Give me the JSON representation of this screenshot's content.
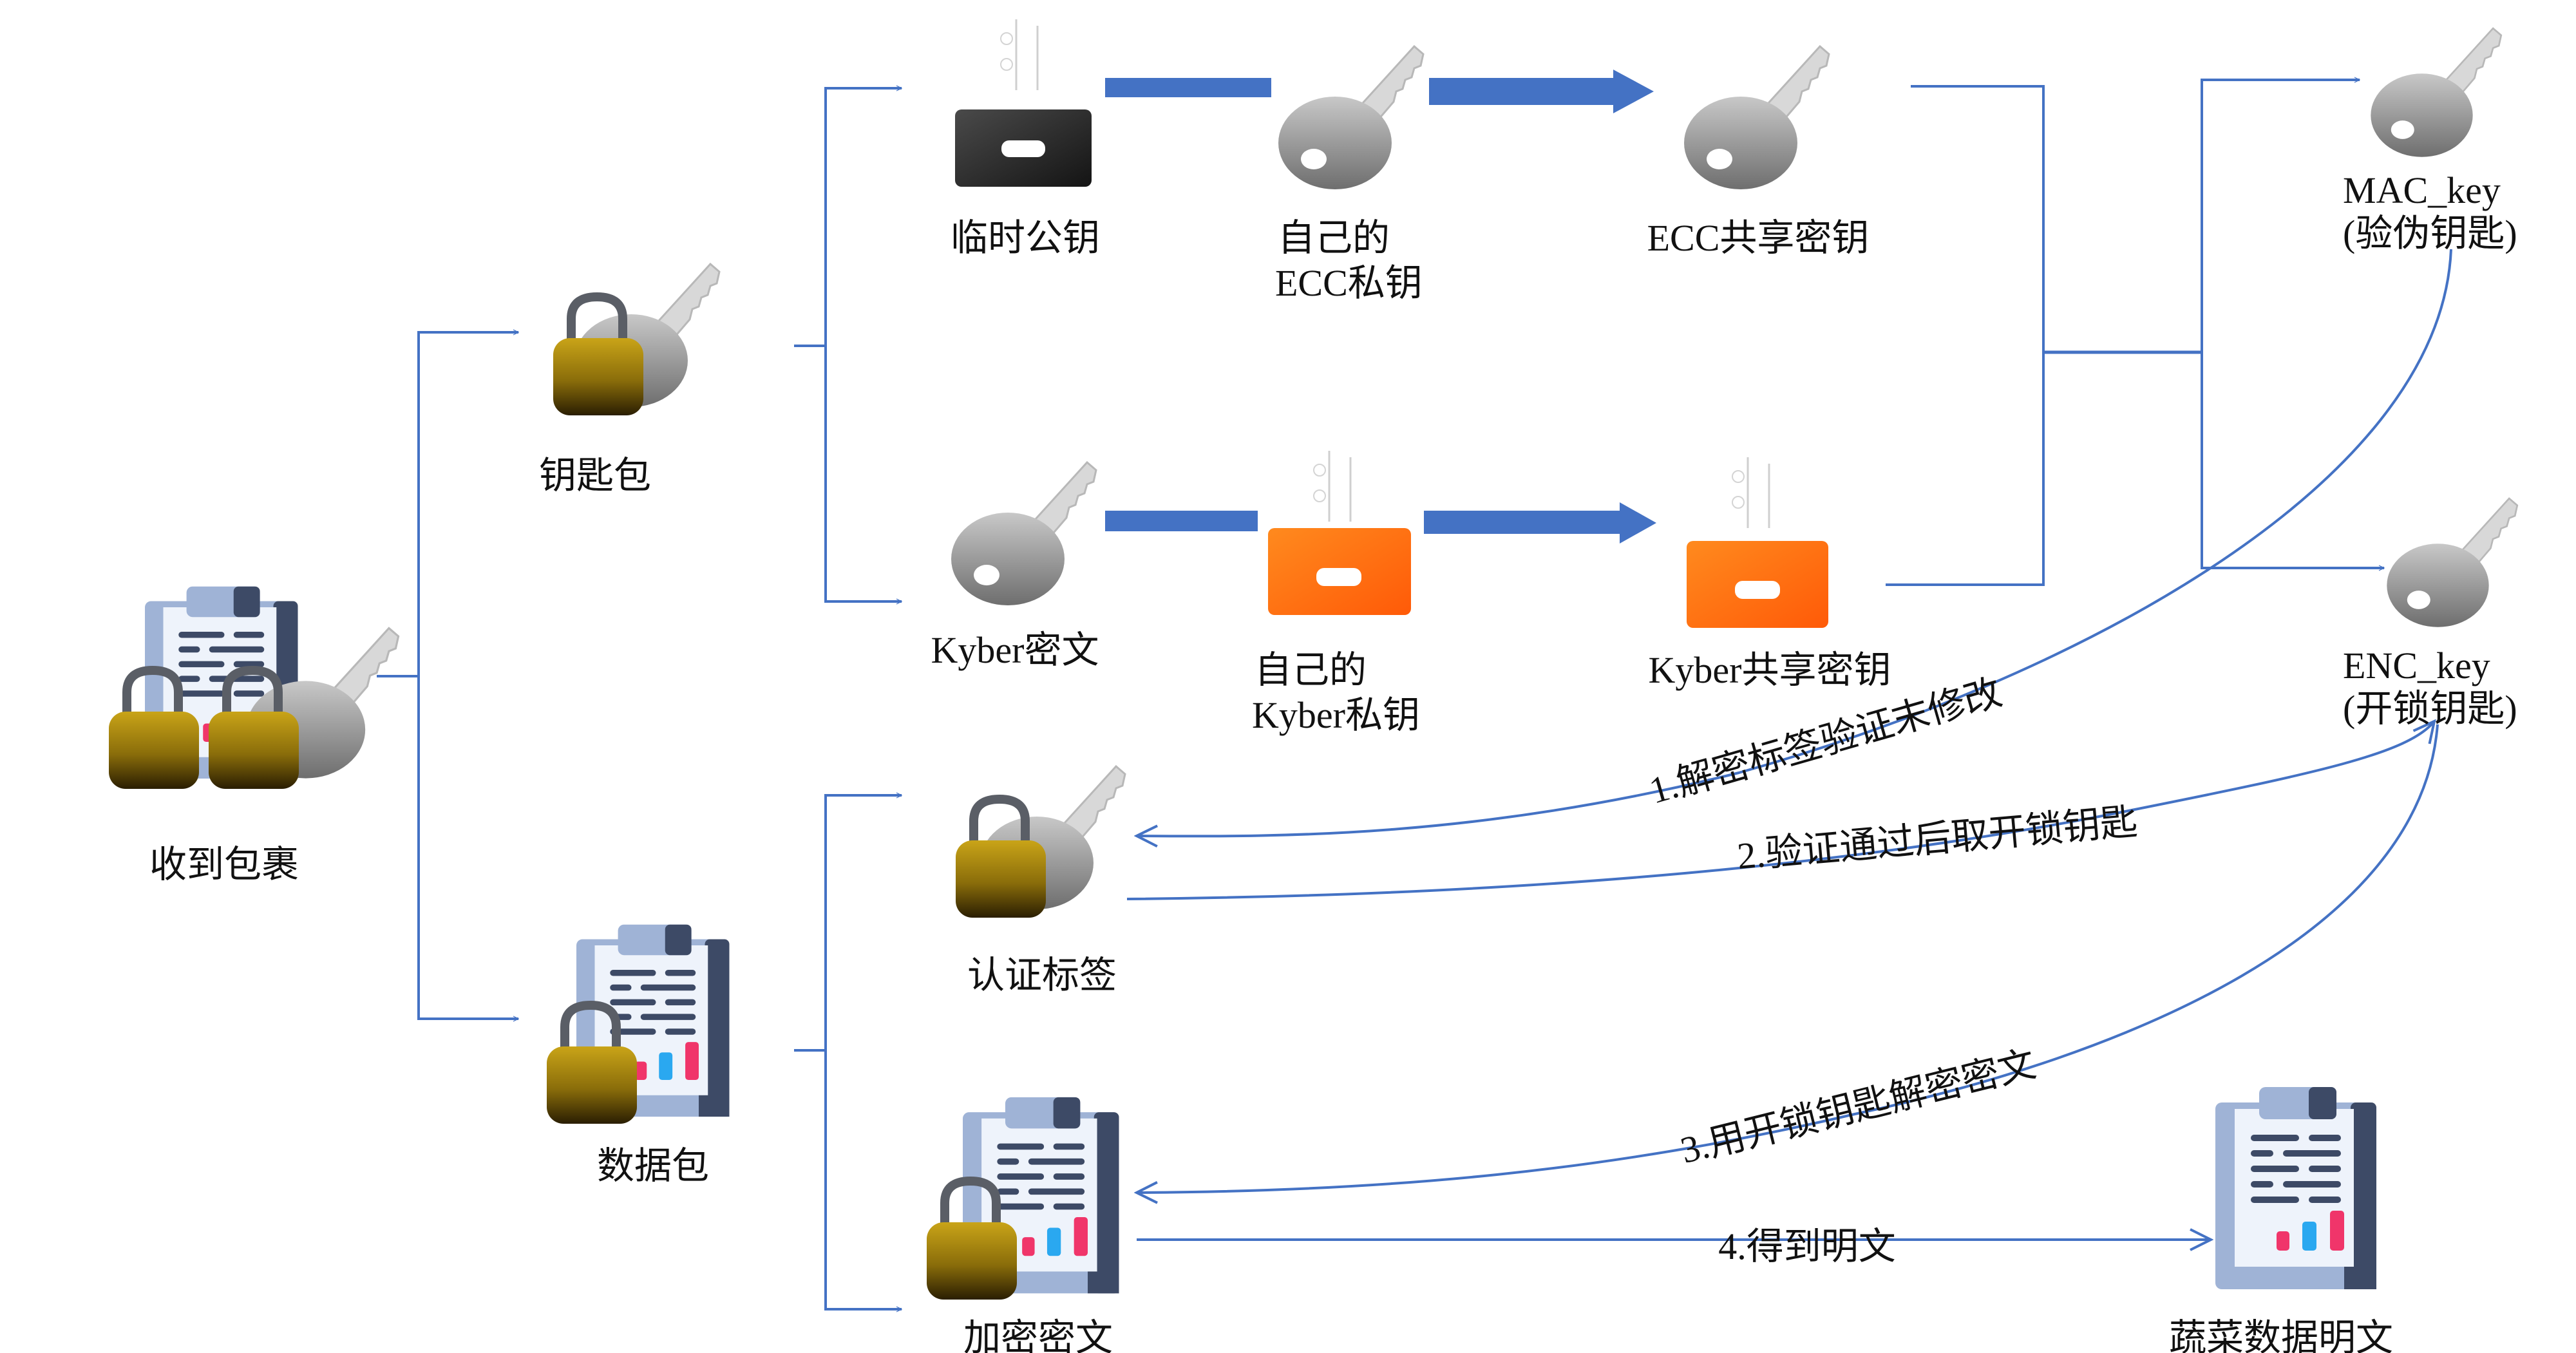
{
  "title": "包裹解密验证流程",
  "colors": {
    "connector": "#4472c4",
    "lock_gold": "#a88a10",
    "tag_black": "#2e2e2e",
    "tag_orange": "#ff6a10",
    "key_gray": "#9a9a9a",
    "doc_dark": "#3d4a66",
    "doc_light": "#9fb3d6",
    "chart_pink": "#f0356a",
    "chart_blue": "#2aa8f0"
  },
  "nodes": {
    "received_package": {
      "label": "收到包裹",
      "icon": "document-with-locks-and-key-icon"
    },
    "key_package": {
      "label": "钥匙包",
      "icon": "lock-with-key-icon"
    },
    "data_package": {
      "label": "数据包",
      "icon": "locked-document-icon"
    },
    "ephemeral_public_key": {
      "label": "临时公钥",
      "icon": "black-tag-icon"
    },
    "own_ecc_private_key": {
      "label_line1": "自己的",
      "label_line2": "ECC私钥",
      "icon": "key-icon"
    },
    "ecc_shared_key": {
      "label": "ECC共享密钥",
      "icon": "key-icon"
    },
    "kyber_ciphertext": {
      "label": "Kyber密文",
      "icon": "key-icon"
    },
    "own_kyber_private_key": {
      "label_line1": "自己的",
      "label_line2": "Kyber私钥",
      "icon": "orange-tag-icon"
    },
    "kyber_shared_key": {
      "label": "Kyber共享密钥",
      "icon": "orange-tag-icon"
    },
    "mac_key": {
      "label_line1": "MAC_key",
      "label_line2": "(验伪钥匙)",
      "icon": "key-icon"
    },
    "enc_key": {
      "label_line1": "ENC_key",
      "label_line2": "(开锁钥匙)",
      "icon": "key-icon"
    },
    "auth_tag": {
      "label": "认证标签",
      "icon": "lock-with-key-icon"
    },
    "encrypted_ciphertext": {
      "label": "加密密文",
      "icon": "locked-document-icon"
    },
    "vegetable_plaintext": {
      "label": "蔬菜数据明文",
      "icon": "document-icon"
    }
  },
  "steps": [
    {
      "label": "1.解密标签验证末修改"
    },
    {
      "label": "2.验证通过后取开锁钥匙"
    },
    {
      "label": "3.用开锁钥匙解密密文"
    },
    {
      "label": "4.得到明文"
    }
  ]
}
